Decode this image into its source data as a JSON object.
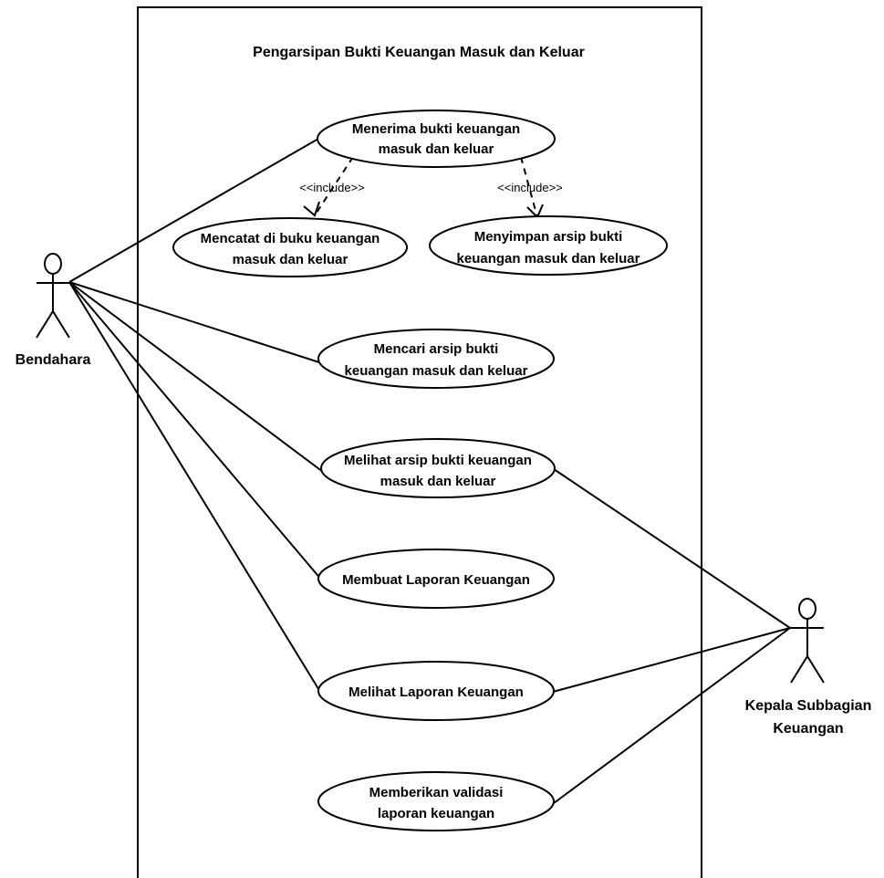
{
  "system": {
    "title": "Pengarsipan Bukti Keuangan Masuk dan Keluar"
  },
  "actors": {
    "bendahara": {
      "label": "Bendahara"
    },
    "kepala": {
      "line1": "Kepala Subbagian",
      "line2": "Keuangan"
    }
  },
  "usecases": {
    "menerima": {
      "line1": "Menerima bukti keuangan",
      "line2": "masuk dan keluar"
    },
    "mencatat": {
      "line1": "Mencatat di buku keuangan",
      "line2": "masuk dan keluar"
    },
    "menyimpan": {
      "line1": "Menyimpan arsip bukti",
      "line2": "keuangan masuk dan keluar"
    },
    "mencari": {
      "line1": "Mencari arsip bukti",
      "line2": "keuangan masuk dan keluar"
    },
    "melihat_arsip": {
      "line1": "Melihat arsip bukti keuangan",
      "line2": "masuk dan keluar"
    },
    "membuat_laporan": {
      "line1": "Membuat Laporan Keuangan"
    },
    "melihat_laporan": {
      "line1": "Melihat Laporan Keuangan"
    },
    "validasi": {
      "line1": "Memberikan validasi",
      "line2": "laporan keuangan"
    }
  },
  "relations": {
    "include_left": "<<include>>",
    "include_right": "<<include>>"
  }
}
